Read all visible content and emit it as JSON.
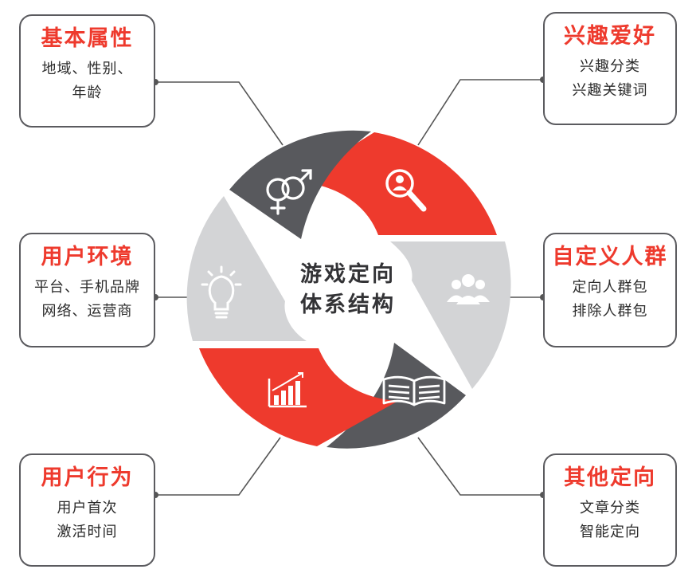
{
  "center": {
    "line1": "游戏定向",
    "line2": "体系结构"
  },
  "colors": {
    "red": "#ee3a2d",
    "dark": "#58595d",
    "light": "#d3d4d6",
    "connector": "#555555"
  },
  "cards": [
    {
      "id": "basic-attributes",
      "title": "基本属性",
      "lines": [
        "地域、性别、",
        "年龄"
      ],
      "icon": "gender-icon"
    },
    {
      "id": "interests",
      "title": "兴趣爱好",
      "lines": [
        "兴趣分类",
        "兴趣关键词"
      ],
      "icon": "search-person-icon"
    },
    {
      "id": "user-environment",
      "title": "用户环境",
      "lines": [
        "平台、手机品牌",
        "网络、运营商"
      ],
      "icon": "lightbulb-icon"
    },
    {
      "id": "custom-audience",
      "title": "自定义人群",
      "lines": [
        "定向人群包",
        "排除人群包"
      ],
      "icon": "people-group-icon"
    },
    {
      "id": "user-behavior",
      "title": "用户行为",
      "lines": [
        "用户首次",
        "激活时间"
      ],
      "icon": "bar-chart-icon"
    },
    {
      "id": "other-targeting",
      "title": "其他定向",
      "lines": [
        "文章分类",
        "智能定向"
      ],
      "icon": "open-book-icon"
    }
  ]
}
